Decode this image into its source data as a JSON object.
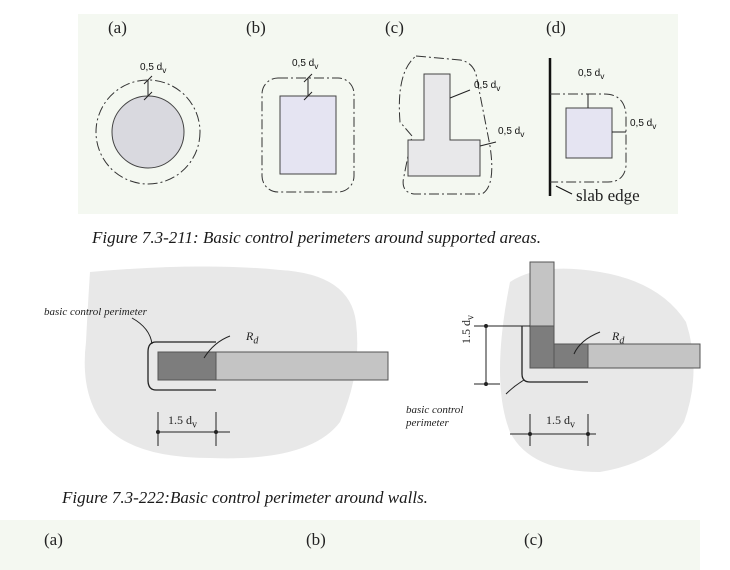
{
  "figure1": {
    "labels": [
      "(a)",
      "(b)",
      "(c)",
      "(d)"
    ],
    "dim_text": "0,5 d",
    "dim_sub": "v",
    "slab_edge": "slab edge",
    "caption": "Figure 7.3-211: Basic control perimeters around supported areas."
  },
  "figure2": {
    "left_note": "basic control perimeter",
    "rd": "R",
    "rd_sub": "d",
    "dim_text": "1.5 d",
    "dim_sub": "v",
    "right_note_line1": "basic control",
    "right_note_line2": "perimeter",
    "vertical_dim": "1.5 d",
    "caption": "Figure 7.3-222:Basic control perimeter around walls."
  },
  "figure3": {
    "labels": [
      "(a)",
      "(b)",
      "(c)"
    ]
  },
  "colors": {
    "panel_bg": "#f4f8f1",
    "area_fill": "#d9d9df",
    "rect_fill": "#e5e4f2",
    "blob_fill": "#e8e8e8",
    "dark_zone": "#7d7d7d",
    "light_zone": "#c4c4c4"
  }
}
